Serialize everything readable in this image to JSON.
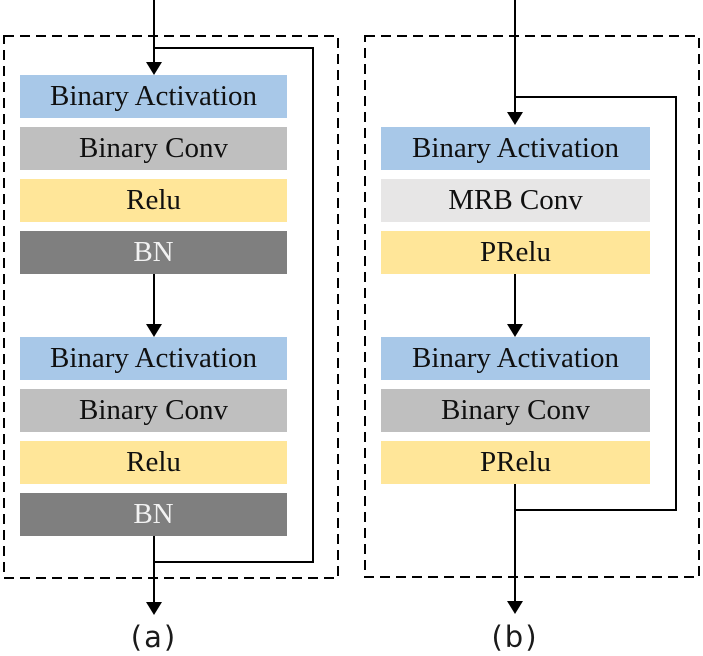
{
  "figure": {
    "panels": [
      {
        "caption": "(a)",
        "groups": [
          {
            "blocks": [
              {
                "label": "Binary Activation"
              },
              {
                "label": "Binary Conv"
              },
              {
                "label": "Relu"
              },
              {
                "label": "BN"
              }
            ]
          },
          {
            "blocks": [
              {
                "label": "Binary Activation"
              },
              {
                "label": "Binary Conv"
              },
              {
                "label": "Relu"
              },
              {
                "label": "BN"
              }
            ]
          }
        ]
      },
      {
        "caption": "(b)",
        "groups": [
          {
            "blocks": [
              {
                "label": "Binary Activation"
              },
              {
                "label": "MRB Conv"
              },
              {
                "label": "PRelu"
              }
            ]
          },
          {
            "blocks": [
              {
                "label": "Binary Activation"
              },
              {
                "label": "Binary Conv"
              },
              {
                "label": "PRelu"
              }
            ]
          }
        ]
      }
    ],
    "colors": {
      "binary_activation": "#a8c8e8",
      "binary_conv": "#bfbfbf",
      "mrb_conv": "#e7e6e6",
      "relu_prelu": "#ffe699",
      "bn": "#7f7f7f",
      "bn_text": "#f2f2f2",
      "line": "#000000"
    }
  }
}
